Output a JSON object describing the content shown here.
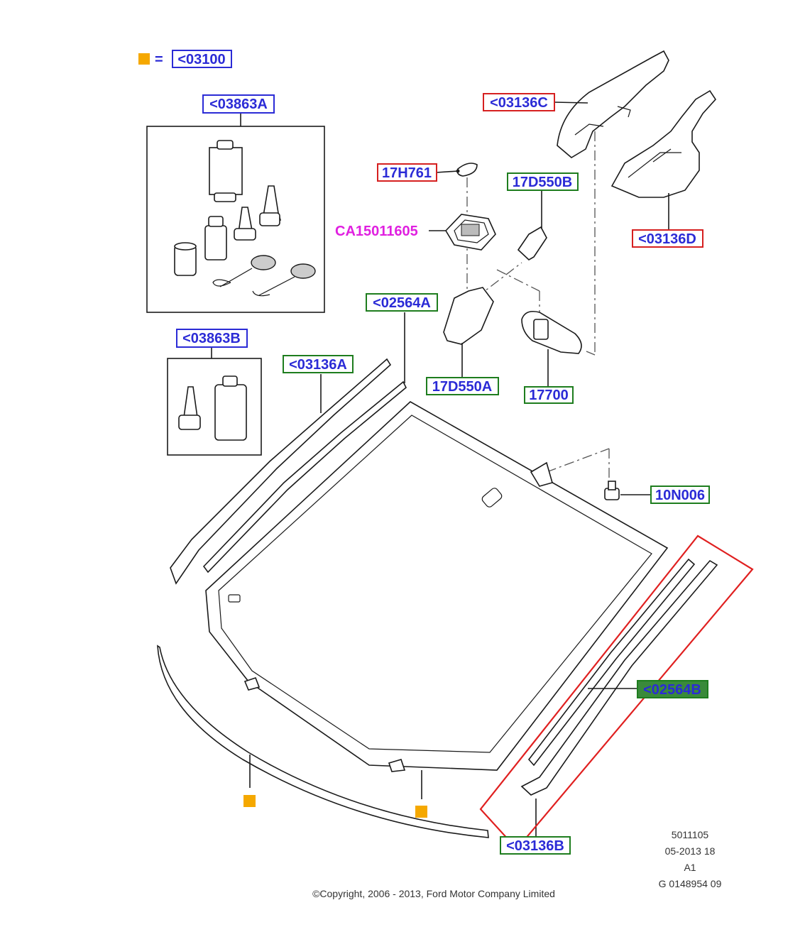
{
  "colors": {
    "blue_box": "#2b2bd6",
    "green_box": "#1e7d1e",
    "red_box": "#d62020",
    "magenta_text": "#e020e0",
    "marker_orange": "#f5a800",
    "highlight_red": "#e02020",
    "highlight_green_fill": "#3a8a3a"
  },
  "legend": {
    "marker_icon": "orange-square",
    "equals": "=",
    "ref": "<03100"
  },
  "callouts": {
    "c03863a": "<03863A",
    "c03863b": "<03863B",
    "c03136c": "<03136C",
    "c03136d": "<03136D",
    "c17h761": "17H761",
    "c17d550b": "17D550B",
    "ca15011605": "CA15011605",
    "c02564a": "<02564A",
    "c03136a": "<03136A",
    "c17d550a": "17D550A",
    "c17700": "17700",
    "c10n006": "10N006",
    "c02564b": "<02564B",
    "c03136b": "<03136B"
  },
  "footer": {
    "line1": "5011105",
    "line2": "05-2013 18",
    "line3": "A1",
    "line4": "G 0148954 09",
    "copyright": "©Copyright, 2006 - 2013, Ford Motor Company Limited"
  }
}
